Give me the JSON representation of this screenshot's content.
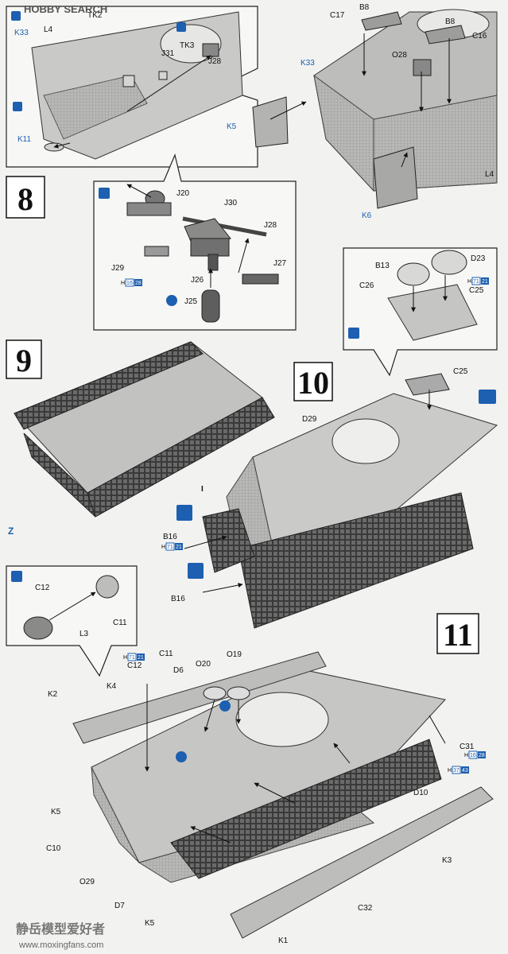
{
  "watermark": {
    "top": "HOBBY SEARCH",
    "bottom_cn": "静岳模型爱好者",
    "bottom_url": "www.moxingfans.com"
  },
  "steps": {
    "s8": "8",
    "s9": "9",
    "s10": "10",
    "s11": "11"
  },
  "panel_top": {
    "inset_labels": {
      "k33": "K33",
      "l4": "L4",
      "tk2": "TK2",
      "j31": "J31",
      "tk3": "TK3",
      "j28": "J28",
      "k11": "K11"
    },
    "right_labels": {
      "c17": "C17",
      "b8a": "B8",
      "b8b": "B8",
      "c16": "C16",
      "o28": "O28",
      "k33": "K33",
      "k5": "K5",
      "k6": "K6",
      "l4": "L4"
    }
  },
  "panel_step8": {
    "labels": {
      "j20": "J20",
      "j30": "J30",
      "j28": "J28",
      "j27": "J27",
      "j29": "J29",
      "j26": "J26",
      "j25": "J25"
    },
    "ref": {
      "h": "H",
      "a": "16",
      "b": "28"
    }
  },
  "panel_step10_inset": {
    "labels": {
      "b13": "B13",
      "d23": "D23",
      "c26": "C26",
      "c25": "C25"
    },
    "ref": {
      "h": "H",
      "a": "71",
      "b": "21"
    }
  },
  "step10": {
    "labels": {
      "c25": "C25",
      "d29": "D29",
      "i": "I",
      "b16a": "B16",
      "b16b": "B16"
    },
    "ref": {
      "h": "H",
      "a": "71",
      "b": "21"
    }
  },
  "step9": {
    "labels": {
      "z": "Z"
    }
  },
  "panel_step11_inset": {
    "labels": {
      "c12": "C12",
      "c11": "C11",
      "l3": "L3"
    }
  },
  "step11": {
    "labels": {
      "c11": "C11",
      "c12": "C12",
      "d6": "D6",
      "o20": "O20",
      "o19": "O19",
      "k2": "K2",
      "k4": "K4",
      "k5a": "K5",
      "c10": "C10",
      "o29": "O29",
      "d7": "D7",
      "c31": "C31",
      "d10": "D10",
      "k3": "K3",
      "c32": "C32",
      "k5b": "K5",
      "k1": "K1"
    },
    "ref1": {
      "h": "H",
      "a": "71",
      "b": "21"
    },
    "ref2": {
      "h": "H",
      "a": "16",
      "b": "28"
    },
    "ref3": {
      "h": "H",
      "a": "37",
      "b": "43"
    }
  }
}
